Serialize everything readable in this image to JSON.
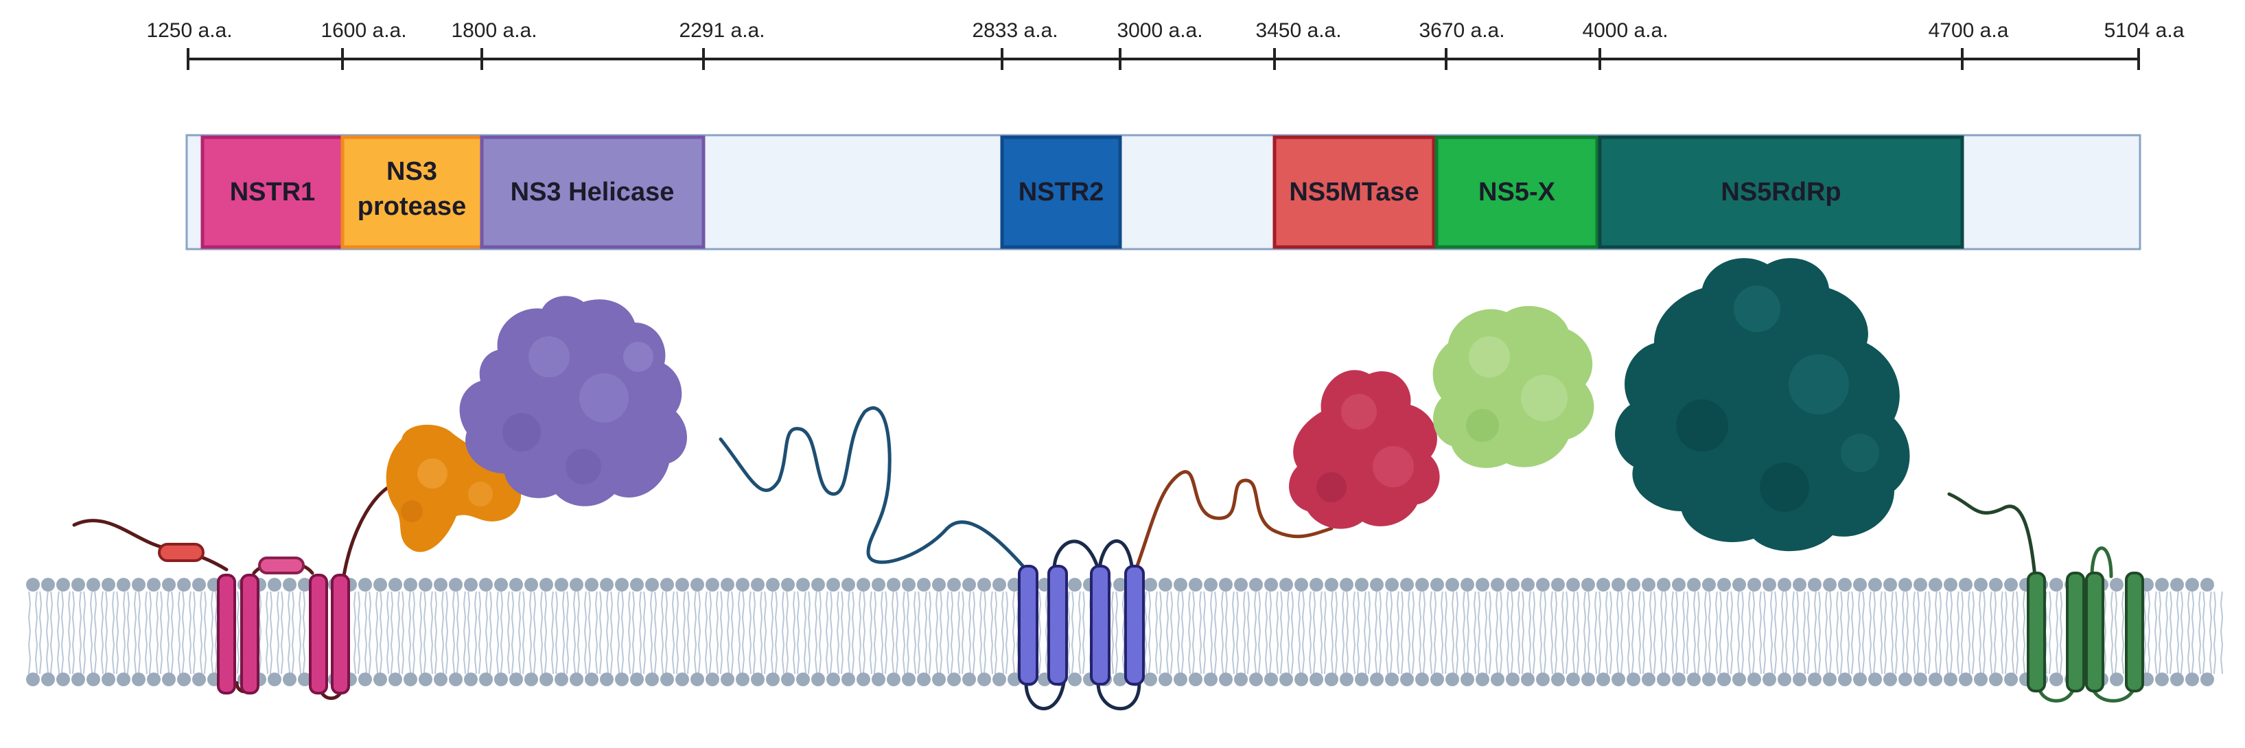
{
  "scale": {
    "ticks": [
      {
        "label": "1250 a.a."
      },
      {
        "label": "1600 a.a."
      },
      {
        "label": "1800 a.a."
      },
      {
        "label": "2291 a.a."
      },
      {
        "label": "2833 a.a."
      },
      {
        "label": "3000 a.a."
      },
      {
        "label": "3450 a.a."
      },
      {
        "label": "3670 a.a."
      },
      {
        "label": "4000 a.a."
      },
      {
        "label": "4700 a.a"
      },
      {
        "label": "5104 a.a"
      }
    ]
  },
  "domains": [
    {
      "line1": "NSTR1",
      "line2": "",
      "color": "#e0458f",
      "border": "#b4246c"
    },
    {
      "line1": "NS3",
      "line2": "protease",
      "color": "#fbb33a",
      "border": "#f08a1c"
    },
    {
      "line1": "NS3 Helicase",
      "line2": "",
      "color": "#8f87c6",
      "border": "#7457a8"
    },
    {
      "line1": "NSTR2",
      "line2": "",
      "color": "#1764b2",
      "border": "#0e4a8a"
    },
    {
      "line1": "NS5MTase",
      "line2": "",
      "color": "#e05a5a",
      "border": "#a51c28"
    },
    {
      "line1": "NS5-X",
      "line2": "",
      "color": "#1fb34a",
      "border": "#0f7a30"
    },
    {
      "line1": "NS5RdRp",
      "line2": "",
      "color": "#136b65",
      "border": "#0b4843"
    }
  ],
  "colors": {
    "bar_fill": "#edf3fb",
    "bar_border": "#8aa3c4",
    "membrane_head": "#9aaabb",
    "membrane_tail": "#b9c7d6",
    "nstr1": "#d33a85",
    "ns3_protease": "#e4870f",
    "ns3_helicase": "#7b6bb8",
    "nstr2": "#6e6ed8",
    "ns5_mtase": "#c23352",
    "ns5_x": "#a3d27a",
    "ns5_rdrp": "#0f5557",
    "tm_green": "#3f8a4c",
    "linker_dark": "#5a1a1a",
    "linker_blue": "#1e4f73",
    "linker_brown": "#8a3a1a"
  }
}
